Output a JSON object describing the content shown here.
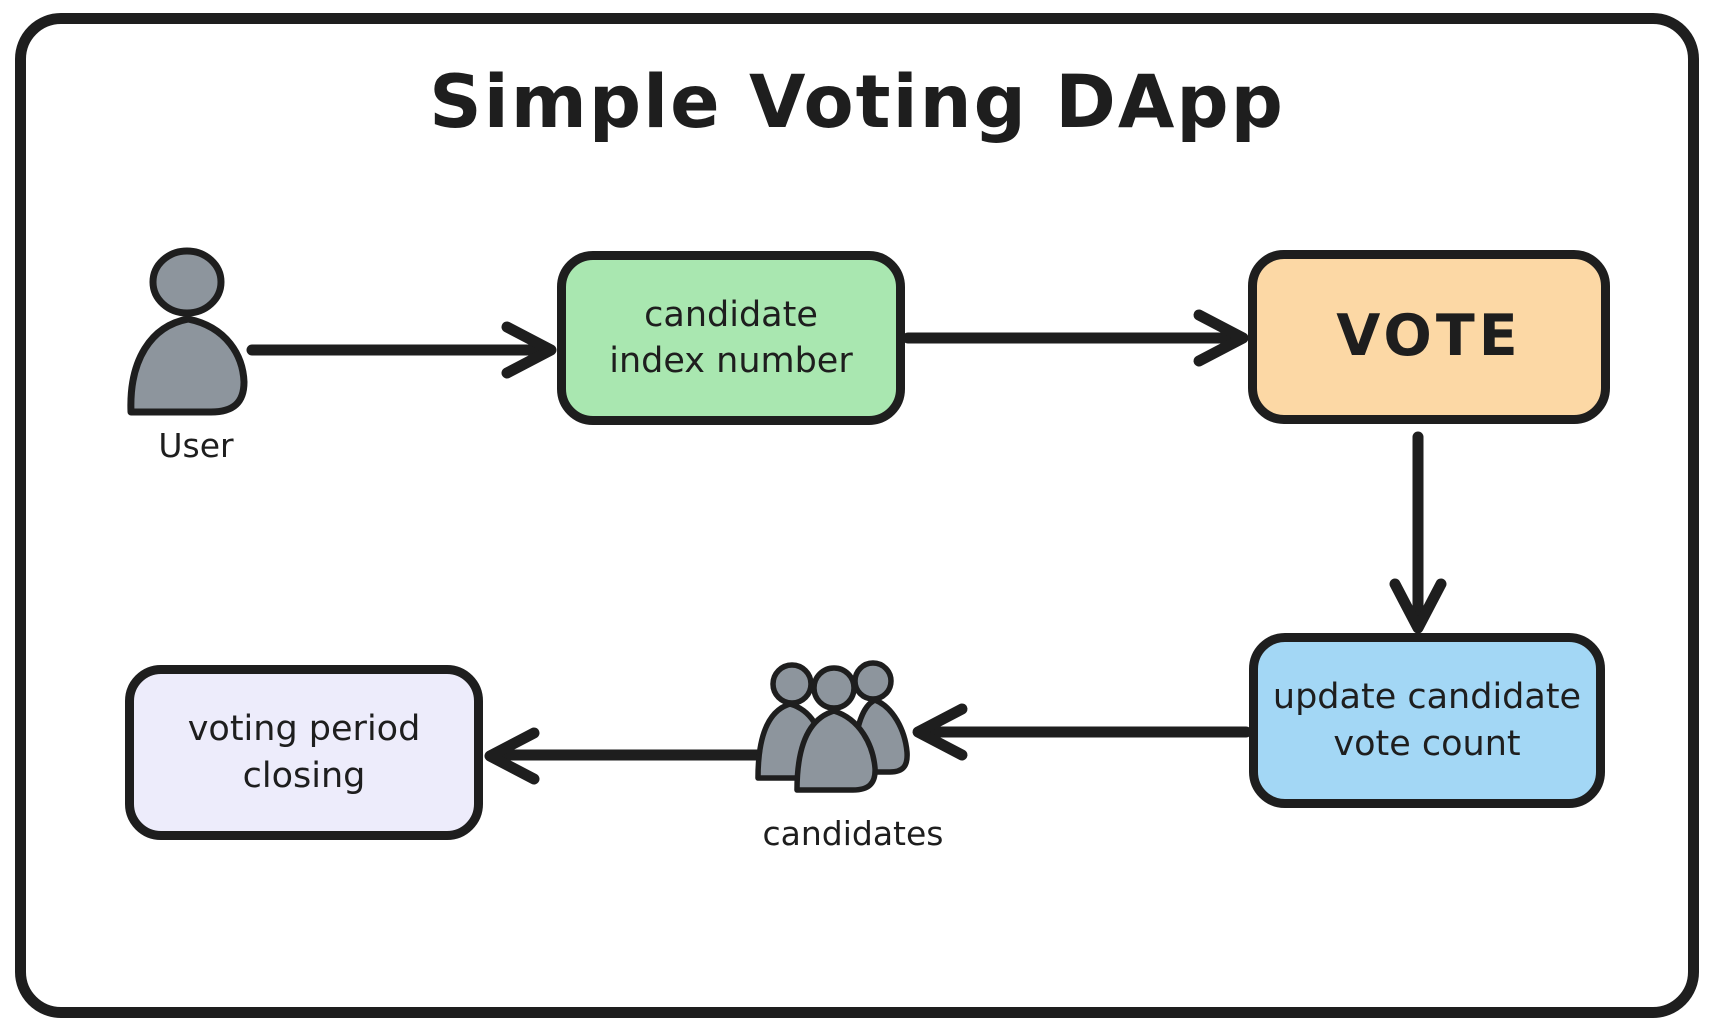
{
  "diagram_title": "Simple Voting DApp",
  "colors": {
    "stroke": "#1e1e1e",
    "green": "#a9e7b0",
    "orange": "#fcd8a5",
    "blue": "#a3d7f5",
    "lavender": "#edecfb",
    "person": "#8d959d",
    "bg": "#ffffff"
  },
  "nodes": {
    "candidate_index": {
      "lines": [
        "candidate",
        "index number"
      ],
      "fill": "#a9e7b0"
    },
    "vote": {
      "lines": [
        "VOTE"
      ],
      "fill": "#fcd8a5"
    },
    "update_vote_count": {
      "lines": [
        "update candidate",
        "vote count"
      ],
      "fill": "#a3d7f5"
    },
    "voting_period_closing": {
      "lines": [
        "voting period",
        "closing"
      ],
      "fill": "#edecfb"
    }
  },
  "actors": {
    "user": {
      "label": "User"
    },
    "candidates": {
      "label": "candidates"
    }
  },
  "edges": [
    {
      "from": "user",
      "to": "candidate_index"
    },
    {
      "from": "candidate_index",
      "to": "vote"
    },
    {
      "from": "vote",
      "to": "update_vote_count"
    },
    {
      "from": "update_vote_count",
      "to": "candidates"
    },
    {
      "from": "candidates",
      "to": "voting_period_closing"
    }
  ]
}
